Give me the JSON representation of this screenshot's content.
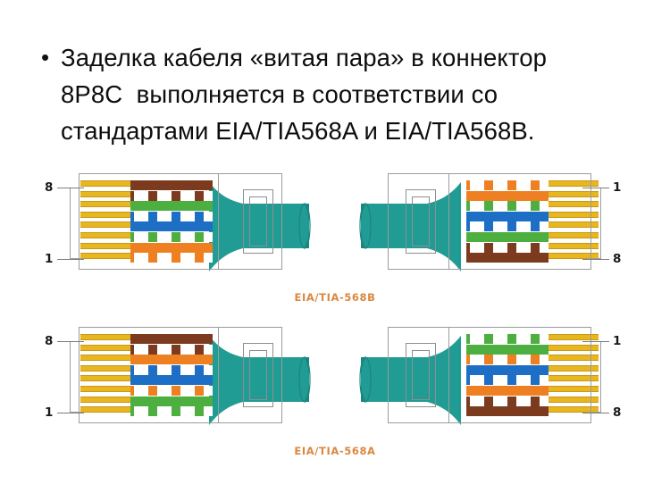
{
  "slide": {
    "bullet_glyph": "•",
    "text_lines": [
      "Заделка кабеля «витая пара» в коннектор",
      "8P8C  выполняется в соответствии со",
      "стандартами EIA/TIA568A и EIA/TIA568B."
    ]
  },
  "palette": {
    "jacket_teal": "#219c94",
    "jacket_teal_dark": "#1b857f",
    "pin_gold": "#e8b61d",
    "outline_gray": "#9c9c9c",
    "caption_orange": "#d98840",
    "wire_orange": "#ef8022",
    "wire_green": "#4caf3f",
    "wire_blue": "#1c6fc4",
    "wire_brown": "#7c3b1e",
    "wire_white": "#ffffff",
    "text_black": "#0d0d0d"
  },
  "diagram": {
    "standards": [
      {
        "id": "568B",
        "caption": "EIA/TIA-568B",
        "connectors": [
          {
            "side": "left",
            "orientation": "plug-facing-right",
            "top_label": "8",
            "bottom_label": "1",
            "wire_order_top_to_bottom": [
              {
                "pin": 8,
                "name": "brown",
                "color": "#7c3b1e",
                "striped": false
              },
              {
                "pin": 7,
                "name": "brown-white",
                "color": "#7c3b1e",
                "striped": true
              },
              {
                "pin": 6,
                "name": "green",
                "color": "#4caf3f",
                "striped": false
              },
              {
                "pin": 5,
                "name": "blue-white",
                "color": "#1c6fc4",
                "striped": true
              },
              {
                "pin": 4,
                "name": "blue",
                "color": "#1c6fc4",
                "striped": false
              },
              {
                "pin": 3,
                "name": "green-white",
                "color": "#4caf3f",
                "striped": true
              },
              {
                "pin": 2,
                "name": "orange",
                "color": "#ef8022",
                "striped": false
              },
              {
                "pin": 1,
                "name": "orange-white",
                "color": "#ef8022",
                "striped": true
              }
            ]
          },
          {
            "side": "right",
            "orientation": "plug-facing-left",
            "top_label": "1",
            "bottom_label": "8",
            "wire_order_top_to_bottom": [
              {
                "pin": 1,
                "name": "orange-white",
                "color": "#ef8022",
                "striped": true
              },
              {
                "pin": 2,
                "name": "orange",
                "color": "#ef8022",
                "striped": false
              },
              {
                "pin": 3,
                "name": "green-white",
                "color": "#4caf3f",
                "striped": true
              },
              {
                "pin": 4,
                "name": "blue",
                "color": "#1c6fc4",
                "striped": false
              },
              {
                "pin": 5,
                "name": "blue-white",
                "color": "#1c6fc4",
                "striped": true
              },
              {
                "pin": 6,
                "name": "green",
                "color": "#4caf3f",
                "striped": false
              },
              {
                "pin": 7,
                "name": "brown-white",
                "color": "#7c3b1e",
                "striped": true
              },
              {
                "pin": 8,
                "name": "brown",
                "color": "#7c3b1e",
                "striped": false
              }
            ]
          }
        ]
      },
      {
        "id": "568A",
        "caption": "EIA/TIA-568A",
        "connectors": [
          {
            "side": "left",
            "orientation": "plug-facing-right",
            "top_label": "8",
            "bottom_label": "1",
            "wire_order_top_to_bottom": [
              {
                "pin": 8,
                "name": "brown",
                "color": "#7c3b1e",
                "striped": false
              },
              {
                "pin": 7,
                "name": "brown-white",
                "color": "#7c3b1e",
                "striped": true
              },
              {
                "pin": 6,
                "name": "orange",
                "color": "#ef8022",
                "striped": false
              },
              {
                "pin": 5,
                "name": "blue-white",
                "color": "#1c6fc4",
                "striped": true
              },
              {
                "pin": 4,
                "name": "blue",
                "color": "#1c6fc4",
                "striped": false
              },
              {
                "pin": 3,
                "name": "orange-white",
                "color": "#ef8022",
                "striped": true
              },
              {
                "pin": 2,
                "name": "green",
                "color": "#4caf3f",
                "striped": false
              },
              {
                "pin": 1,
                "name": "green-white",
                "color": "#4caf3f",
                "striped": true
              }
            ]
          },
          {
            "side": "right",
            "orientation": "plug-facing-left",
            "top_label": "1",
            "bottom_label": "8",
            "wire_order_top_to_bottom": [
              {
                "pin": 1,
                "name": "green-white",
                "color": "#4caf3f",
                "striped": true
              },
              {
                "pin": 2,
                "name": "green",
                "color": "#4caf3f",
                "striped": false
              },
              {
                "pin": 3,
                "name": "orange-white",
                "color": "#ef8022",
                "striped": true
              },
              {
                "pin": 4,
                "name": "blue",
                "color": "#1c6fc4",
                "striped": false
              },
              {
                "pin": 5,
                "name": "blue-white",
                "color": "#1c6fc4",
                "striped": true
              },
              {
                "pin": 6,
                "name": "orange",
                "color": "#ef8022",
                "striped": false
              },
              {
                "pin": 7,
                "name": "brown-white",
                "color": "#7c3b1e",
                "striped": true
              },
              {
                "pin": 8,
                "name": "brown",
                "color": "#7c3b1e",
                "striped": false
              }
            ]
          }
        ]
      }
    ]
  }
}
